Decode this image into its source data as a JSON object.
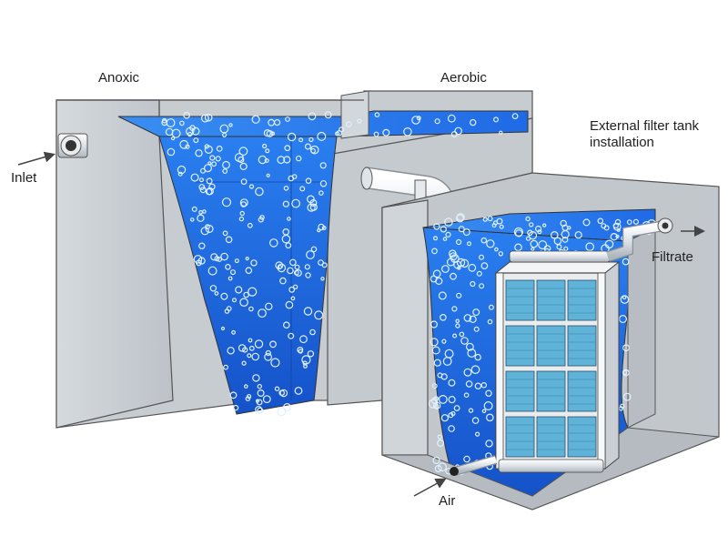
{
  "labels": {
    "anoxic": "Anoxic",
    "aerobic": "Aerobic",
    "external_line1": "External filter tank",
    "external_line2": "installation",
    "inlet": "Inlet",
    "filtrate": "Filtrate",
    "air": "Air"
  },
  "colors": {
    "tank_wall_light": "#eceef0",
    "tank_wall": "#c9ced3",
    "tank_wall_dark": "#aab1b8",
    "water_deep": "#1a5fe0",
    "water_mid": "#2f86f0",
    "water_light": "#6fb6f7",
    "bubble": "#dff1ff",
    "pipe": "#e4e8ec",
    "module_panel": "#5fb3d9"
  },
  "icons": {
    "bubbles": "air-bubble-icon",
    "flow_arrows": "arrow-right-icon"
  }
}
